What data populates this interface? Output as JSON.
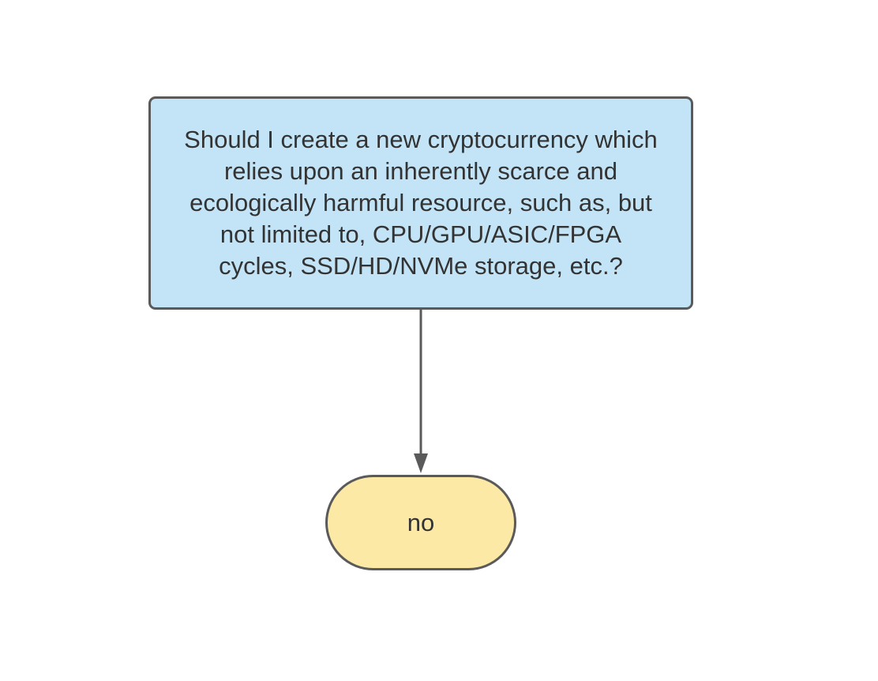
{
  "diagram": {
    "question": {
      "text": "Should I create a new cryptocurrency which\nrelies upon an inherently scarce and\necologically harmful resource, such as, but\nnot limited to, CPU/GPU/ASIC/FPGA\ncycles, SSD/HD/NVMe storage, etc.?",
      "fill_color": "#c2e4f6",
      "border_color": "#5a5a5a"
    },
    "answer": {
      "text": "no",
      "fill_color": "#fde9a6",
      "border_color": "#5a5a5a"
    },
    "connector": {
      "color": "#5a5a5a",
      "from": "question",
      "to": "answer"
    }
  }
}
